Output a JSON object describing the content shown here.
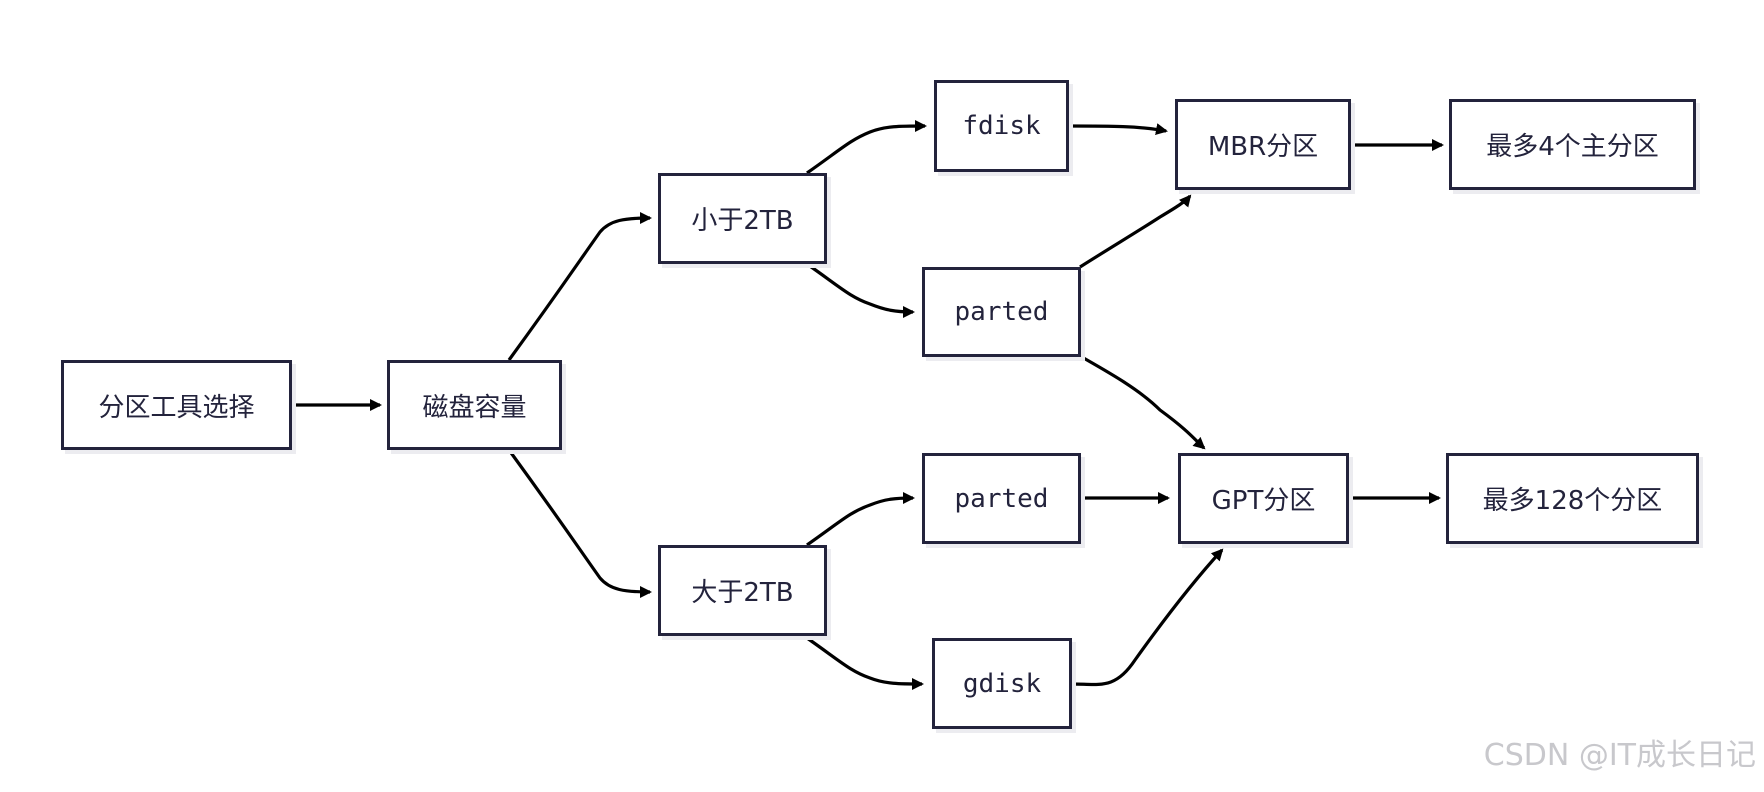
{
  "nodes": {
    "partition_tool": "分区工具选择",
    "disk_capacity": "磁盘容量",
    "less_2tb": "小于2TB",
    "greater_2tb": "大于2TB",
    "fdisk": "fdisk",
    "parted_small": "parted",
    "parted_large": "parted",
    "gdisk": "gdisk",
    "mbr": "MBR分区",
    "gpt": "GPT分区",
    "mbr_limit": "最多4个主分区",
    "gpt_limit": "最多128个分区"
  },
  "edges": [
    [
      "partition_tool",
      "disk_capacity"
    ],
    [
      "disk_capacity",
      "less_2tb"
    ],
    [
      "disk_capacity",
      "greater_2tb"
    ],
    [
      "less_2tb",
      "fdisk"
    ],
    [
      "less_2tb",
      "parted_small"
    ],
    [
      "greater_2tb",
      "parted_large"
    ],
    [
      "greater_2tb",
      "gdisk"
    ],
    [
      "fdisk",
      "mbr"
    ],
    [
      "parted_small",
      "mbr"
    ],
    [
      "parted_small",
      "gpt"
    ],
    [
      "parted_large",
      "gpt"
    ],
    [
      "gdisk",
      "gpt"
    ],
    [
      "mbr",
      "mbr_limit"
    ],
    [
      "gpt",
      "gpt_limit"
    ]
  ],
  "watermark": "CSDN @IT成长日记",
  "colors": {
    "border": "#23233c",
    "edge": "#000000",
    "watermark": "#c8c8cc"
  }
}
